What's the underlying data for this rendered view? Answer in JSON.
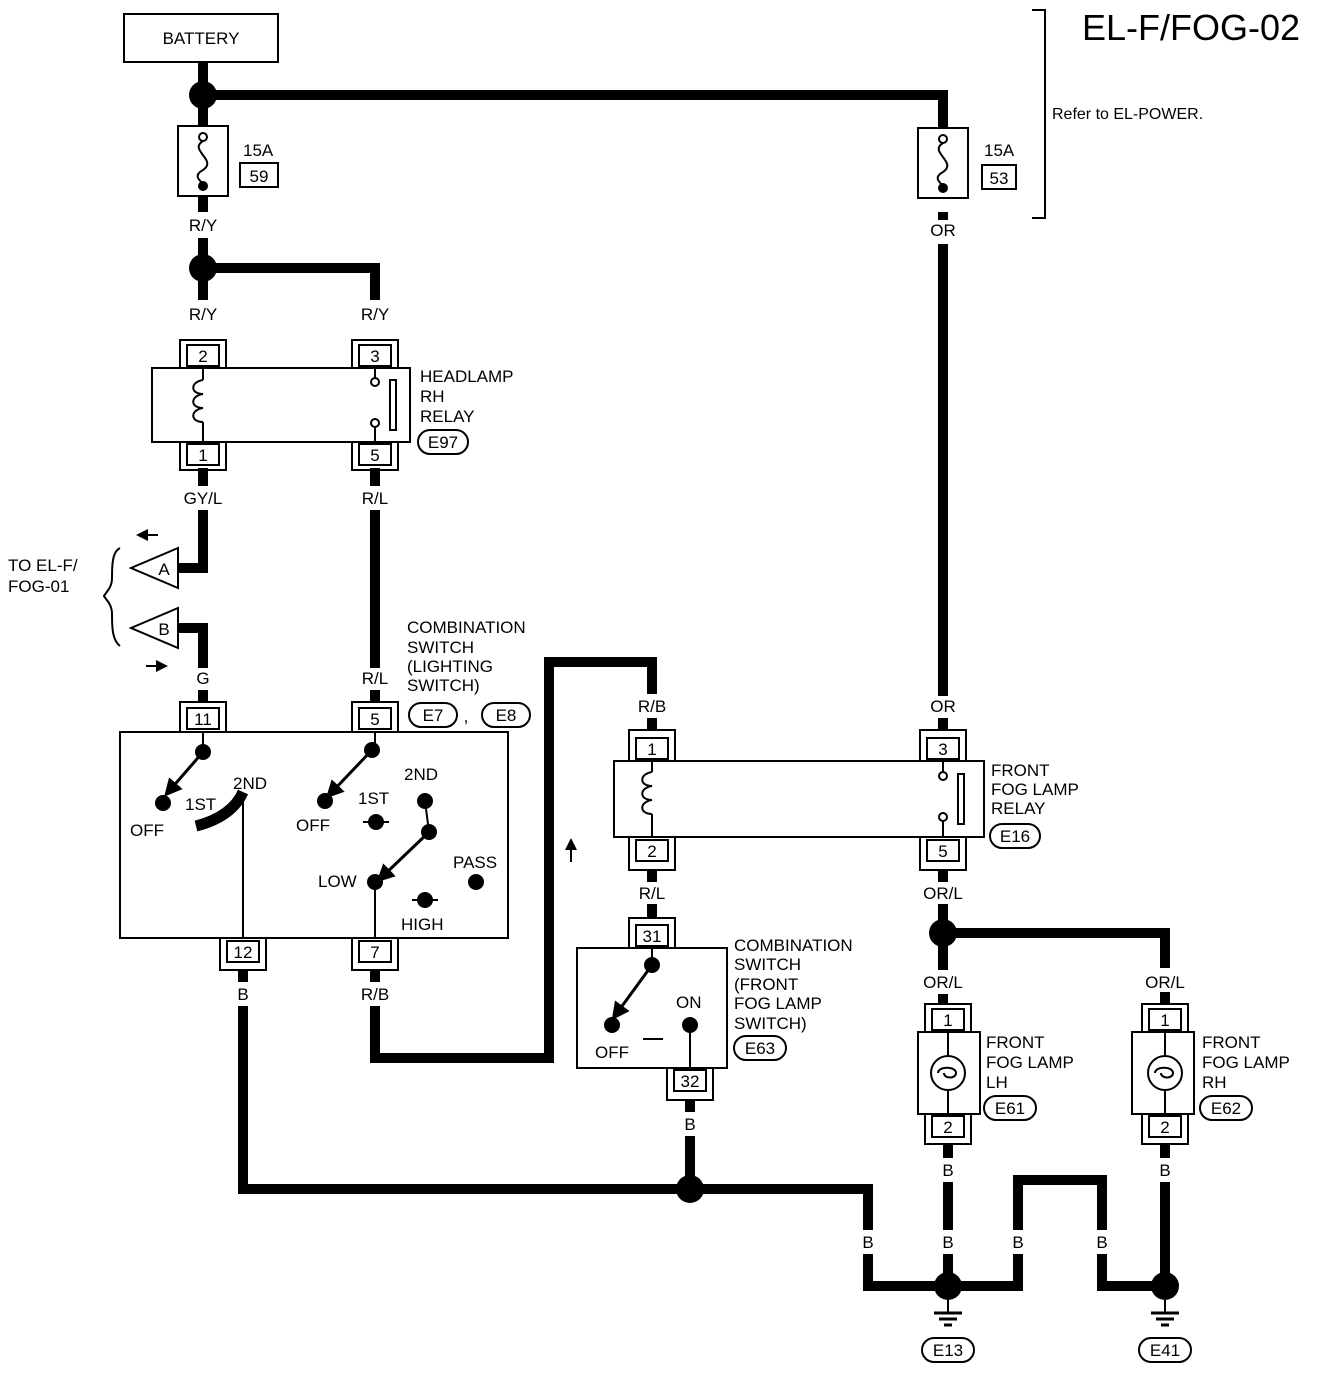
{
  "title": "EL-F/FOG-02",
  "battery": {
    "label": "BATTERY"
  },
  "power_ref": "Refer to EL-POWER.",
  "fuses": [
    {
      "rating": "15A",
      "number": "59"
    },
    {
      "rating": "15A",
      "number": "53"
    }
  ],
  "wires": {
    "ry_fuse": "R/Y",
    "ry_left": "R/Y",
    "ry_right": "R/Y",
    "or_fuse": "OR",
    "gyl": "GY/L",
    "rl_relay": "R/L",
    "g": "G",
    "rl_switch": "R/L",
    "b_sw12": "B",
    "rb_sw7": "R/B",
    "rb_fog": "R/B",
    "or_fog": "OR",
    "rl_fog": "R/L",
    "orl_relay": "OR/L",
    "orl_lh": "OR/L",
    "orl_rh": "OR/L",
    "b_sw32": "B",
    "b_lh": "B",
    "b_rh": "B",
    "b_g1": "B",
    "b_g2": "B",
    "b_g3": "B",
    "b_g4": "B",
    "b_g5": "B"
  },
  "headlamp_relay": {
    "name": [
      "HEADLAMP",
      "RH",
      "RELAY"
    ],
    "connector": "E97",
    "pins": [
      "2",
      "3",
      "1",
      "5"
    ]
  },
  "offpage": {
    "text": [
      "TO EL-F/",
      "FOG-01"
    ],
    "connectors": [
      "A",
      "B"
    ]
  },
  "combo_switch": {
    "name": [
      "COMBINATION",
      "SWITCH",
      "(LIGHTING",
      "SWITCH)"
    ],
    "connectors": [
      "E7",
      "E8"
    ],
    "separator": ",",
    "pins": [
      "11",
      "5",
      "12",
      "7"
    ],
    "positions": {
      "off_a": "OFF",
      "first_a": "1ST",
      "second_a": "2ND",
      "off_b": "OFF",
      "first_b": "1ST",
      "second_b": "2ND",
      "low": "LOW",
      "high": "HIGH",
      "pass": "PASS"
    }
  },
  "fog_relay": {
    "name": [
      "FRONT",
      "FOG LAMP",
      "RELAY"
    ],
    "connector": "E16",
    "pins": [
      "1",
      "3",
      "2",
      "5"
    ]
  },
  "fog_switch": {
    "name": [
      "COMBINATION",
      "SWITCH",
      "(FRONT",
      "FOG LAMP",
      "SWITCH)"
    ],
    "connector": "E63",
    "pins": [
      "31",
      "32"
    ],
    "on": "ON",
    "off": "OFF"
  },
  "fog_lamp_lh": {
    "name": [
      "FRONT",
      "FOG LAMP",
      "LH"
    ],
    "connector": "E61",
    "pins": [
      "1",
      "2"
    ]
  },
  "fog_lamp_rh": {
    "name": [
      "FRONT",
      "FOG LAMP",
      "RH"
    ],
    "connector": "E62",
    "pins": [
      "1",
      "2"
    ]
  },
  "grounds": [
    "E13",
    "E41"
  ]
}
